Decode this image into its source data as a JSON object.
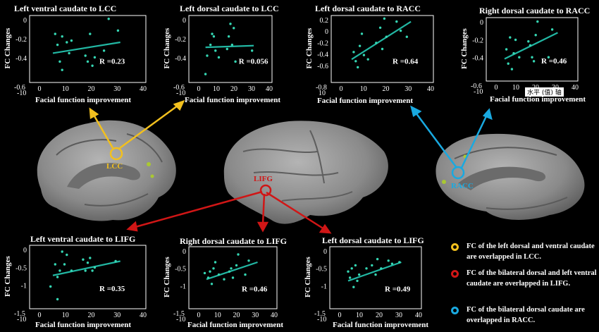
{
  "panels": [
    {
      "id": "p1",
      "title": "Left ventral caudate to LCC",
      "ylabel": "FC Changes",
      "xlabel": "Facial function improvement",
      "r": "R =0.23",
      "xticks": [
        "0",
        "10",
        "20",
        "30",
        "40"
      ],
      "yticks": [
        "0",
        "-0.2",
        "-0.4"
      ],
      "ybottom": "-0.6",
      "xleft": "-10",
      "xlim": [
        -10,
        40
      ],
      "ylim": [
        -0.6,
        0.2
      ],
      "points": [
        [
          1,
          -0.02
        ],
        [
          2,
          -0.15
        ],
        [
          3,
          -0.35
        ],
        [
          4,
          -0.05
        ],
        [
          4,
          -0.45
        ],
        [
          6,
          -0.12
        ],
        [
          7,
          -0.25
        ],
        [
          8,
          -0.1
        ],
        [
          14,
          -0.28
        ],
        [
          15,
          -0.35
        ],
        [
          16,
          -0.02
        ],
        [
          17,
          -0.4
        ],
        [
          18,
          -0.3
        ],
        [
          22,
          -0.22
        ],
        [
          24,
          0.16
        ],
        [
          28,
          0.02
        ]
      ],
      "fit": [
        [
          0,
          -0.25
        ],
        [
          29,
          -0.12
        ]
      ]
    },
    {
      "id": "p2",
      "title": "Left dorsal caudate to LCC",
      "ylabel": "FC Changes",
      "xlabel": "Facial function improvement",
      "r": "R =0.056",
      "xticks": [
        "0",
        "10",
        "20",
        "30",
        "40"
      ],
      "yticks": [
        "0",
        "-0.2",
        "-0.4"
      ],
      "ybottom": "-0.6",
      "xleft": "-10",
      "xlim": [
        -10,
        40
      ],
      "ylim": [
        -0.6,
        0.2
      ],
      "points": [
        [
          1,
          -0.28
        ],
        [
          3,
          -0.15
        ],
        [
          4,
          -0.02
        ],
        [
          5,
          -0.05
        ],
        [
          6,
          -0.22
        ],
        [
          8,
          -0.3
        ],
        [
          13,
          -0.2
        ],
        [
          14,
          -0.05
        ],
        [
          15,
          0.1
        ],
        [
          16,
          -0.15
        ],
        [
          17,
          0.05
        ],
        [
          18,
          -0.35
        ],
        [
          28,
          -0.22
        ],
        [
          0,
          -0.5
        ]
      ],
      "fit": [
        [
          0,
          -0.18
        ],
        [
          29,
          -0.16
        ]
      ]
    },
    {
      "id": "p3",
      "title": "Left dorsal caudate to RACC",
      "ylabel": "FC Changes",
      "xlabel": "Facial function improvement",
      "r": "R =0.64",
      "xticks": [
        "0",
        "10",
        "20",
        "30",
        "40"
      ],
      "yticks": [
        "0.2",
        "0",
        "-0.2",
        "-0.4",
        "-0.6"
      ],
      "ybottom": "-0.8",
      "xleft": "10",
      "xlim": [
        -10,
        40
      ],
      "ylim": [
        -0.8,
        0.3
      ],
      "points": [
        [
          1,
          -0.3
        ],
        [
          2,
          -0.45
        ],
        [
          3,
          -0.55
        ],
        [
          4,
          -0.2
        ],
        [
          5,
          0.0
        ],
        [
          6,
          -0.35
        ],
        [
          8,
          -0.42
        ],
        [
          12,
          -0.15
        ],
        [
          14,
          0.1
        ],
        [
          15,
          -0.25
        ],
        [
          16,
          0.25
        ],
        [
          17,
          -0.05
        ],
        [
          22,
          0.2
        ],
        [
          24,
          0.05
        ],
        [
          27,
          -0.05
        ]
      ],
      "fit": [
        [
          0,
          -0.42
        ],
        [
          29,
          0.2
        ]
      ]
    },
    {
      "id": "p4",
      "title": "Right dorsal caudate to RACC",
      "ylabel": "FC Changes",
      "xlabel": "Facial function improvement",
      "r": "R =0.46",
      "xticks": [
        "0",
        "10",
        "20",
        "30",
        "40"
      ],
      "yticks": [
        "0",
        "-0.2",
        "-0.4"
      ],
      "ybottom": "-0.6",
      "xleft": "-10",
      "xlim": [
        -10,
        40
      ],
      "ylim": [
        -0.6,
        0.2
      ],
      "points": [
        [
          1,
          -0.2
        ],
        [
          2,
          -0.38
        ],
        [
          3,
          -0.05
        ],
        [
          4,
          -0.45
        ],
        [
          5,
          -0.25
        ],
        [
          6,
          -0.08
        ],
        [
          8,
          -0.3
        ],
        [
          13,
          -0.1
        ],
        [
          14,
          -0.15
        ],
        [
          15,
          -0.3
        ],
        [
          16,
          -0.35
        ],
        [
          17,
          -0.02
        ],
        [
          18,
          0.15
        ],
        [
          24,
          -0.3
        ],
        [
          26,
          0.05
        ]
      ],
      "fit": [
        [
          0,
          -0.32
        ],
        [
          29,
          0.01
        ]
      ],
      "axis_note": "水平 (值) 轴"
    },
    {
      "id": "p5",
      "title": "Left ventral caudate to LIFG",
      "ylabel": "FC Changes",
      "xlabel": "Facial function improvement",
      "r": "R =0.35",
      "xticks": [
        "0",
        "10",
        "20",
        "30",
        "40"
      ],
      "yticks": [
        "0",
        "-0.5",
        "-1"
      ],
      "ybottom": "-1.5",
      "xleft": "-10",
      "xlim": [
        -10,
        40
      ],
      "ylim": [
        -1.5,
        0.5
      ],
      "points": [
        [
          -1,
          -0.8
        ],
        [
          1,
          -0.1
        ],
        [
          2,
          -0.5
        ],
        [
          3,
          -0.3
        ],
        [
          4,
          0.3
        ],
        [
          5,
          -0.1
        ],
        [
          6,
          0.2
        ],
        [
          8,
          -0.3
        ],
        [
          13,
          0.05
        ],
        [
          14,
          -0.3
        ],
        [
          15,
          -0.05
        ],
        [
          16,
          0.1
        ],
        [
          17,
          -0.3
        ],
        [
          18,
          -0.2
        ],
        [
          27,
          0.0
        ],
        [
          2,
          -1.2
        ]
      ],
      "fit": [
        [
          0,
          -0.45
        ],
        [
          29,
          0.0
        ]
      ]
    },
    {
      "id": "p6",
      "title": "Right dorsal caudate to LIFG",
      "ylabel": "FC Changes",
      "xlabel": "Facial function improvement",
      "r": "R =0.46",
      "xticks": [
        "0",
        "10",
        "20",
        "30",
        "40"
      ],
      "yticks": [
        "0",
        "-0.5",
        "-1"
      ],
      "ybottom": "-1.5",
      "xleft": "-10",
      "xlim": [
        -10,
        40
      ],
      "ylim": [
        -1.5,
        0.5
      ],
      "points": [
        [
          -1,
          -0.35
        ],
        [
          1,
          -0.5
        ],
        [
          2,
          -0.3
        ],
        [
          3,
          -0.7
        ],
        [
          4,
          -0.2
        ],
        [
          5,
          0.0
        ],
        [
          7,
          -0.4
        ],
        [
          10,
          -0.55
        ],
        [
          13,
          -0.3
        ],
        [
          14,
          -0.2
        ],
        [
          15,
          -0.5
        ],
        [
          17,
          -0.1
        ],
        [
          18,
          0.25
        ],
        [
          22,
          -0.4
        ],
        [
          24,
          0.05
        ]
      ],
      "fit": [
        [
          0,
          -0.55
        ],
        [
          29,
          0.0
        ]
      ]
    },
    {
      "id": "p7",
      "title": "Left dorsal caudate to LIFG",
      "ylabel": "FC Changes",
      "xlabel": "Facial function improvement",
      "r": "R =0.49",
      "xticks": [
        "0",
        "10",
        "20",
        "30",
        "40"
      ],
      "yticks": [
        "0",
        "-0.5",
        "-1"
      ],
      "ybottom": "-1.5",
      "xleft": "-10",
      "xlim": [
        -10,
        40
      ],
      "ylim": [
        -1.5,
        0.5
      ],
      "points": [
        [
          0,
          -0.3
        ],
        [
          1,
          -0.5
        ],
        [
          2,
          -0.2
        ],
        [
          3,
          -0.8
        ],
        [
          4,
          -0.1
        ],
        [
          5,
          -0.6
        ],
        [
          6,
          -0.4
        ],
        [
          10,
          -0.2
        ],
        [
          13,
          -0.1
        ],
        [
          15,
          -0.4
        ],
        [
          16,
          0.1
        ],
        [
          18,
          -0.2
        ],
        [
          22,
          0.05
        ],
        [
          24,
          -0.05
        ],
        [
          28,
          0.0
        ]
      ],
      "fit": [
        [
          0,
          -0.6
        ],
        [
          29,
          0.0
        ]
      ]
    }
  ],
  "brain_labels": {
    "lcc": "LCC",
    "lifg": "LIFG",
    "racc": "RACC"
  },
  "legend": [
    {
      "color": "#f2c01e",
      "text": "FC of the  left dorsal and ventral caudate  are overlapped in LCC."
    },
    {
      "color": "#d01616",
      "text": "FC of the  bilateral dorsal and left ventral caudate  are overlapped in LIFG."
    },
    {
      "color": "#19a9e0",
      "text": "FC of the  bilateral dorsal caudate are overlapped in RACC."
    }
  ],
  "colors": {
    "point": "#35d6b3",
    "fit": "#22b7a3",
    "lcc": "#f2c01e",
    "lifg": "#d01616",
    "racc": "#19a9e0"
  }
}
